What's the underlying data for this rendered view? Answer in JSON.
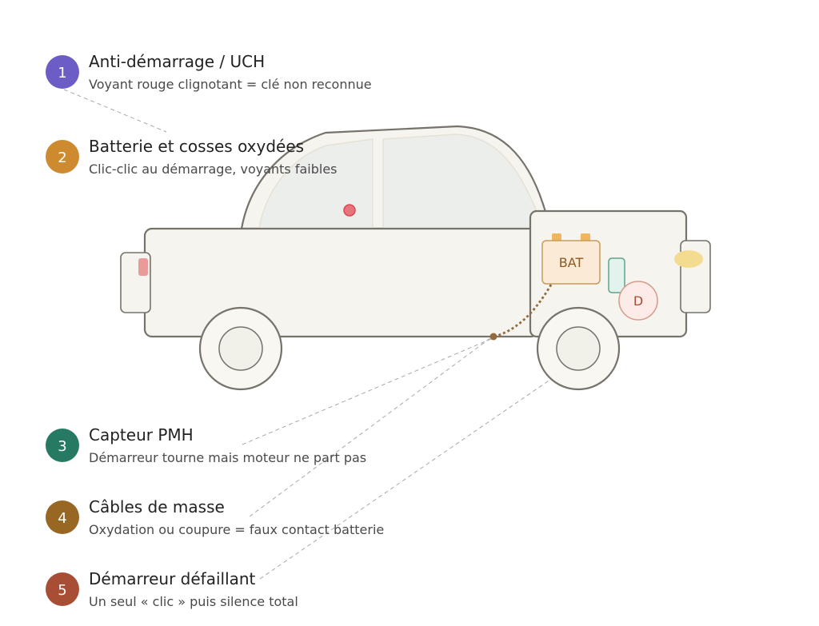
{
  "car": {
    "battery_label": "BAT",
    "starter_label": "D"
  },
  "callouts": [
    {
      "number": "1",
      "title": "Anti-démarrage / UCH",
      "description": "Voyant rouge clignotant = clé non reconnue",
      "color": "#6b5cc6"
    },
    {
      "number": "2",
      "title": "Batterie et cosses oxydées",
      "description": "Clic-clic au démarrage, voyants faibles",
      "color": "#cd8a2e"
    },
    {
      "number": "3",
      "title": "Capteur PMH",
      "description": "Démarreur tourne mais moteur ne part pas",
      "color": "#267a64"
    },
    {
      "number": "4",
      "title": "Câbles de masse",
      "description": "Oxydation ou coupure = faux contact batterie",
      "color": "#986723"
    },
    {
      "number": "5",
      "title": "Démarreur défaillant",
      "description": "Un seul « clic » puis silence total",
      "color": "#a84e35"
    }
  ]
}
